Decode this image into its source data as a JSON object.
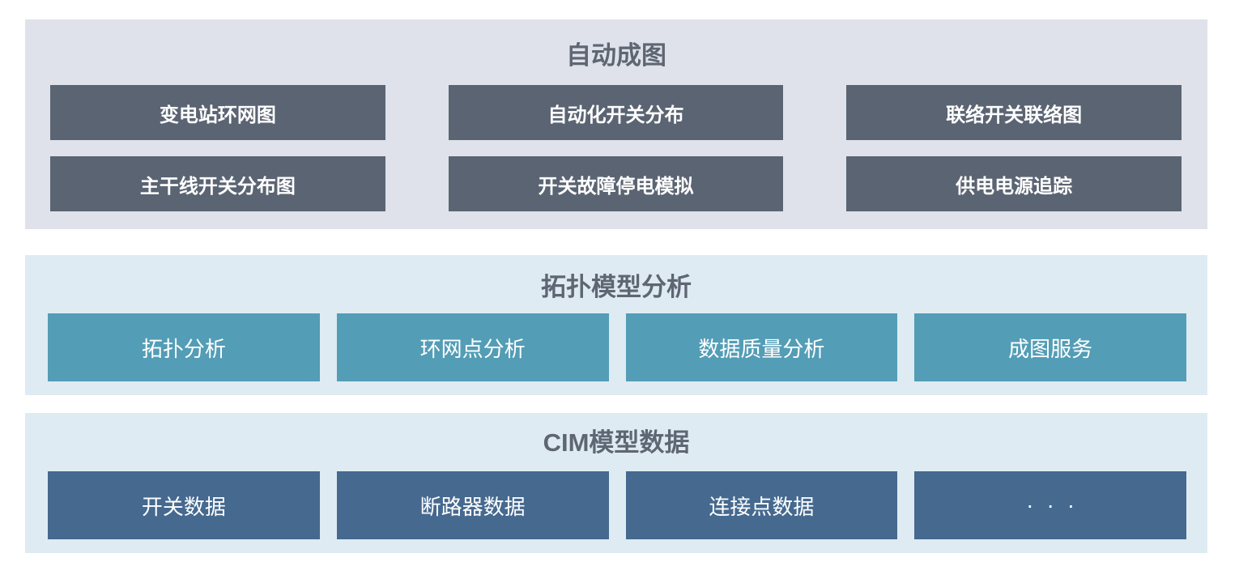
{
  "diagram": {
    "sections": [
      {
        "id": "auto-diagram",
        "title": "自动成图",
        "buttons": [
          "变电站环网图",
          "自动化开关分布",
          "联络开关联络图",
          "主干线开关分布图",
          "开关故障停电模拟",
          "供电电源追踪"
        ]
      },
      {
        "id": "topology-model-analysis",
        "title": "拓扑模型分析",
        "buttons": [
          "拓扑分析",
          "环网点分析",
          "数据质量分析",
          "成图服务"
        ]
      },
      {
        "id": "cim-model-data",
        "title": "CIM模型数据",
        "buttons": [
          "开关数据",
          "断路器数据",
          "连接点数据",
          "···"
        ]
      }
    ],
    "colors": {
      "section1_background": "#dfe2ea",
      "section2_background": "#deebf2",
      "section3_background": "#deebf2",
      "dark_block": "#5b6472",
      "teal_block": "#539db6",
      "steel_blue_block": "#45698f",
      "title_text": "#5e6673",
      "block_text": "#ffffff",
      "page_background": "#ffffff"
    }
  }
}
